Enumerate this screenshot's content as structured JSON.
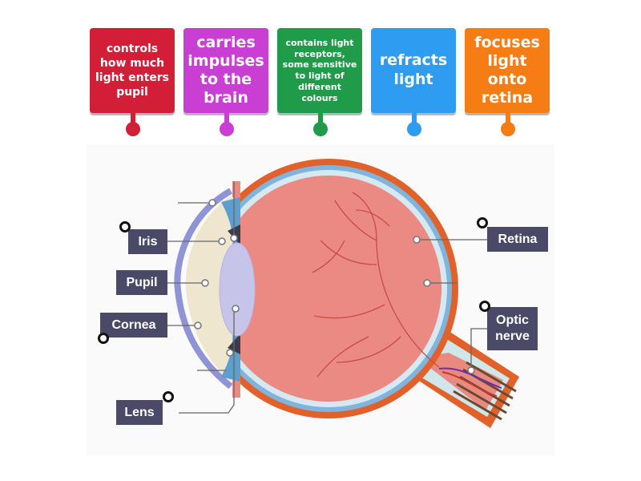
{
  "cards": [
    {
      "text": "controls how much light enters pupil",
      "color": "#d21f37",
      "shade": "#b3172c"
    },
    {
      "text": "carries impulses to the brain",
      "color": "#c93ed3",
      "shade": "#a82db2"
    },
    {
      "text": "contains light receptors, some sensitive to light of different colours",
      "color": "#1f9b4a",
      "shade": "#16803b"
    },
    {
      "text": "refracts light",
      "color": "#2e9cf0",
      "shade": "#1f82d0"
    },
    {
      "text": "focuses light onto retina",
      "color": "#f57d14",
      "shade": "#d6680a"
    }
  ],
  "labels": {
    "iris": "Iris",
    "pupil": "Pupil",
    "cornea": "Cornea",
    "lens": "Lens",
    "retina": "Retina",
    "optic_nerve": "Optic nerve"
  }
}
